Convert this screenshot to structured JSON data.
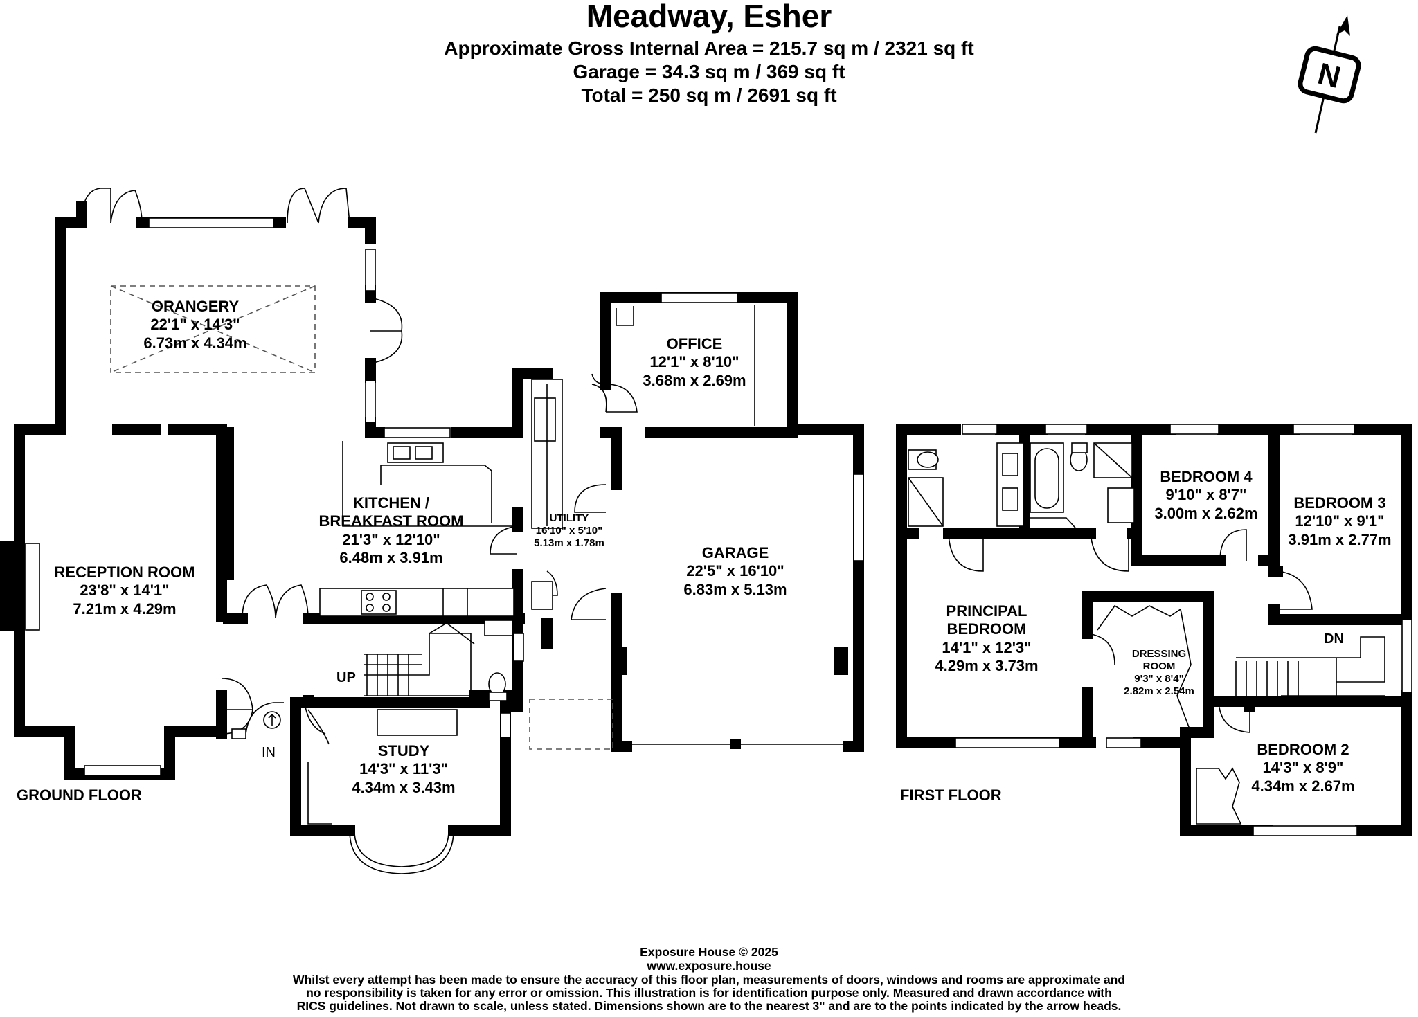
{
  "header": {
    "title": "Meadway, Esher",
    "lines": [
      "Approximate Gross Internal Area = 215.7 sq m / 2321 sq ft",
      "Garage = 34.3 sq m / 369 sq ft",
      "Total = 250 sq m / 2691 sq ft"
    ]
  },
  "compass": {
    "letter": "N",
    "icon": "north-arrow-icon"
  },
  "ground_floor": {
    "label": "GROUND FLOOR",
    "rooms": {
      "orangery": {
        "name": "ORANGERY",
        "imperial": "22'1\" x 14'3\"",
        "metric": "6.73m x 4.34m"
      },
      "office": {
        "name": "OFFICE",
        "imperial": "12'1\" x 8'10\"",
        "metric": "3.68m x 2.69m"
      },
      "kitchen": {
        "name1": "KITCHEN /",
        "name2": "BREAKFAST ROOM",
        "imperial": "21'3\" x 12'10\"",
        "metric": "6.48m x 3.91m"
      },
      "utility": {
        "name": "UTILITY",
        "imperial": "16'10\" x 5'10\"",
        "metric": "5.13m x 1.78m"
      },
      "garage": {
        "name": "GARAGE",
        "imperial": "22'5\" x 16'10\"",
        "metric": "6.83m x 5.13m"
      },
      "reception": {
        "name": "RECEPTION ROOM",
        "imperial": "23'8\" x 14'1\"",
        "metric": "7.21m x 4.29m"
      },
      "study": {
        "name": "STUDY",
        "imperial": "14'3\" x 11'3\"",
        "metric": "4.34m x 3.43m"
      }
    },
    "up": "UP",
    "entrance": "IN"
  },
  "first_floor": {
    "label": "FIRST FLOOR",
    "rooms": {
      "bedroom4": {
        "name": "BEDROOM 4",
        "imperial": "9'10\" x 8'7\"",
        "metric": "3.00m x 2.62m"
      },
      "bedroom3": {
        "name": "BEDROOM 3",
        "imperial": "12'10\" x 9'1\"",
        "metric": "3.91m x 2.77m"
      },
      "principal": {
        "name1": "PRINCIPAL",
        "name2": "BEDROOM",
        "imperial": "14'1\" x 12'3\"",
        "metric": "4.29m x 3.73m"
      },
      "dressing": {
        "name1": "DRESSING",
        "name2": "ROOM",
        "imperial": "9'3\" x 8'4\"",
        "metric": "2.82m x 2.54m"
      },
      "bedroom2": {
        "name": "BEDROOM 2",
        "imperial": "14'3\" x 8'9\"",
        "metric": "4.34m x 2.67m"
      }
    },
    "down": "DN"
  },
  "footer": {
    "copyright": "Exposure House © 2025",
    "url": "www.exposure.house",
    "disclaimer": [
      "Whilst every attempt has been made to ensure the accuracy of this floor plan, measurements of doors, windows and rooms are approximate and",
      "no responsibility is taken for any error or omission. This illustration is for identification purpose only. Measured and drawn accordance with",
      "RICS guidelines. Not drawn to scale, unless stated. Dimensions shown are to the nearest 3\" and are to the points indicated by the arrow heads."
    ]
  }
}
